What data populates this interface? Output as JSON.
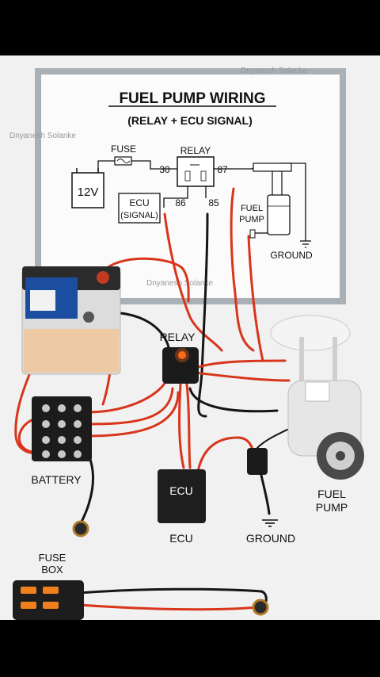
{
  "board": {
    "title": "FUEL PUMP WIRING",
    "subtitle": "(RELAY + ECU SIGNAL)",
    "watermark_top": "Dnyanesh Solanke",
    "watermark_left": "Dnyanesh Solanke",
    "watermark_mid": "Dnyanesh Solanke",
    "fuse": "FUSE",
    "relay": "RELAY",
    "battery": "12V",
    "ecu_line1": "ECU",
    "ecu_line2": "(SIGNAL)",
    "pin_30": "30",
    "pin_87": "87",
    "pin_86": "86",
    "pin_85": "85",
    "fuel_line1": "FUEL",
    "fuel_line2": "PUMP",
    "ground": "GROUND"
  },
  "scene": {
    "relay": "RELAY",
    "battery": "BATTERY",
    "ecu_box": "ECU",
    "ecu": "ECU",
    "ground": "GROUND",
    "fuel_line1": "FUEL",
    "fuel_line2": "PUMP",
    "fuse_line1": "FUSE",
    "fuse_line2": "BOX"
  },
  "colors": {
    "wire_red": "#d8351b",
    "wire_black": "#151515",
    "board_frame": "#a9b0b6"
  }
}
